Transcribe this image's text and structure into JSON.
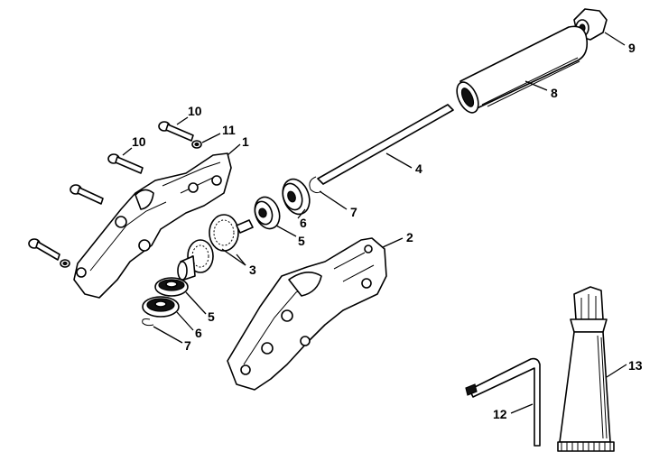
{
  "diagram": {
    "callouts": [
      {
        "id": "c10a",
        "text": "10"
      },
      {
        "id": "c11",
        "text": "11"
      },
      {
        "id": "c10b",
        "text": "10"
      },
      {
        "id": "c1",
        "text": "1"
      },
      {
        "id": "c9",
        "text": "9"
      },
      {
        "id": "c8",
        "text": "8"
      },
      {
        "id": "c4",
        "text": "4"
      },
      {
        "id": "c7a",
        "text": "7"
      },
      {
        "id": "c6a",
        "text": "6"
      },
      {
        "id": "c5a",
        "text": "5"
      },
      {
        "id": "c2",
        "text": "2"
      },
      {
        "id": "c3",
        "text": "3"
      },
      {
        "id": "c5b",
        "text": "5"
      },
      {
        "id": "c6b",
        "text": "6"
      },
      {
        "id": "c7b",
        "text": "7"
      },
      {
        "id": "c13",
        "text": "13"
      },
      {
        "id": "c12",
        "text": "12"
      }
    ]
  }
}
